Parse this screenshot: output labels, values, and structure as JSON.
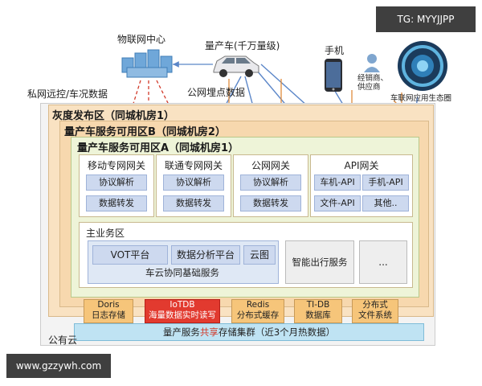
{
  "watermark_top": "TG: MYYJJPP",
  "watermark_bottom": "www.gzzywh.com",
  "top": {
    "iot_center": "物联网中心",
    "mass_car": "量产车(千万量级)",
    "phone": "手机",
    "dealer": "经销商、\n供应商",
    "ecosystem": "车联网应用生态圈",
    "private_net": "私网远控/车况数据",
    "public_tracking": "公网埋点数据"
  },
  "zones": {
    "gray": "灰度发布区（同城机房1）",
    "zone_b": "量产车服务可用区B（同城机房2）",
    "zone_a": "量产车服务可用区A（同城机房1）",
    "public_cloud": "公有云"
  },
  "gateways": [
    {
      "title": "移动专网网关",
      "items": [
        "协议解析",
        "数据转发"
      ]
    },
    {
      "title": "联通专网网关",
      "items": [
        "协议解析",
        "数据转发"
      ]
    },
    {
      "title": "公网网关",
      "items": [
        "协议解析",
        "数据转发"
      ]
    }
  ],
  "api_gateway": {
    "title": "API网关",
    "items": [
      "车机-API",
      "手机-API",
      "文件-API",
      "其他.."
    ]
  },
  "main_business": {
    "title": "主业务区",
    "vot": "VOT平台",
    "analytics": "数据分析平台",
    "cloud_map": "云图",
    "base_service": "车云协同基础服务",
    "smart_travel": "智能出行服务",
    "more": "..."
  },
  "storage": [
    {
      "name": "Doris",
      "desc": "日志存储"
    },
    {
      "name": "IoTDB",
      "desc": "海量数据实时读写"
    },
    {
      "name": "Redis",
      "desc": "分布式缓存"
    },
    {
      "name": "TI-DB",
      "desc": "数据库"
    },
    {
      "name": "分布式",
      "desc": "文件系统"
    }
  ],
  "storage_cluster": {
    "prefix": "量产服务",
    "highlight": "共享",
    "suffix": "存储集群（近3个月热数据）"
  },
  "colors": {
    "zone_orange": "#f9e2c2",
    "zone_green": "#eef4d8",
    "pill_blue": "#cdd9ef",
    "storage_orange": "#f6c57a",
    "iotdb_red": "#e23a2f",
    "cluster_blue": "#bfe3f3"
  }
}
